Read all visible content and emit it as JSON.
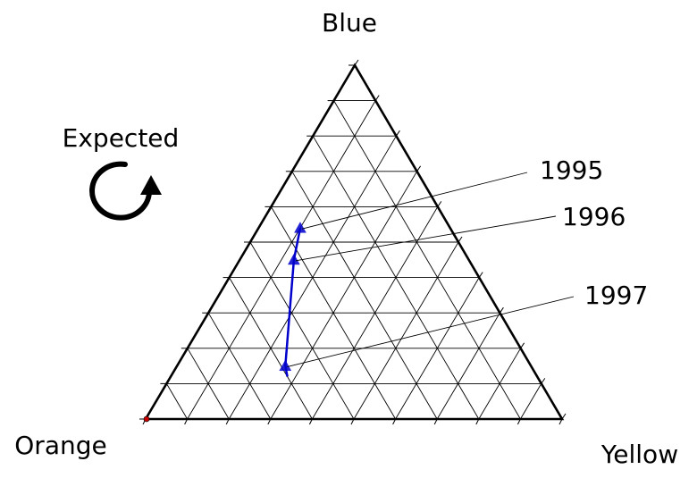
{
  "chart_data": {
    "type": "ternary",
    "axes": {
      "top": "Blue",
      "left": "Orange",
      "right": "Yellow"
    },
    "grid": true,
    "grid_divisions": 10,
    "legend": {
      "label": "Expected",
      "icon": "clockwise-arrow-icon",
      "placement": "left"
    },
    "series": [
      {
        "color": "#0000cc",
        "marker": "triangle",
        "points": [
          {
            "label": "1995",
            "Blue": 0.54,
            "Orange": 0.36,
            "Yellow": 0.1
          },
          {
            "label": "1996",
            "Blue": 0.45,
            "Orange": 0.42,
            "Yellow": 0.13
          },
          {
            "label": "1997",
            "Blue": 0.15,
            "Orange": 0.59,
            "Yellow": 0.26
          }
        ],
        "tail": {
          "Blue": 0.12,
          "Orange": 0.6,
          "Yellow": 0.28
        }
      }
    ],
    "vertex_marker": {
      "corner": "Orange",
      "color": "#cc0000"
    }
  }
}
